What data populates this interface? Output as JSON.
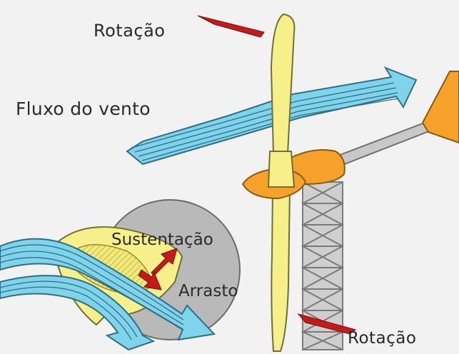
{
  "labels": {
    "rotation_top": "Rotação",
    "wind_flow": "Fluxo do vento",
    "lift": "Sustentação",
    "drag": "Arrasto",
    "rotation_bottom": "Rotação"
  },
  "colors": {
    "background": "#f2f2f2",
    "blade": "#f7f08a",
    "blade_outline": "#6f6f3a",
    "hub": "#f5a12a",
    "nacelle": "#f5a12a",
    "tower": "#8a8a8a",
    "wind_arrow": "#7fd3ea",
    "wind_outline": "#2f6f86",
    "force_arrow": "#c41a1a",
    "inset_disc": "#b9b9b9"
  }
}
